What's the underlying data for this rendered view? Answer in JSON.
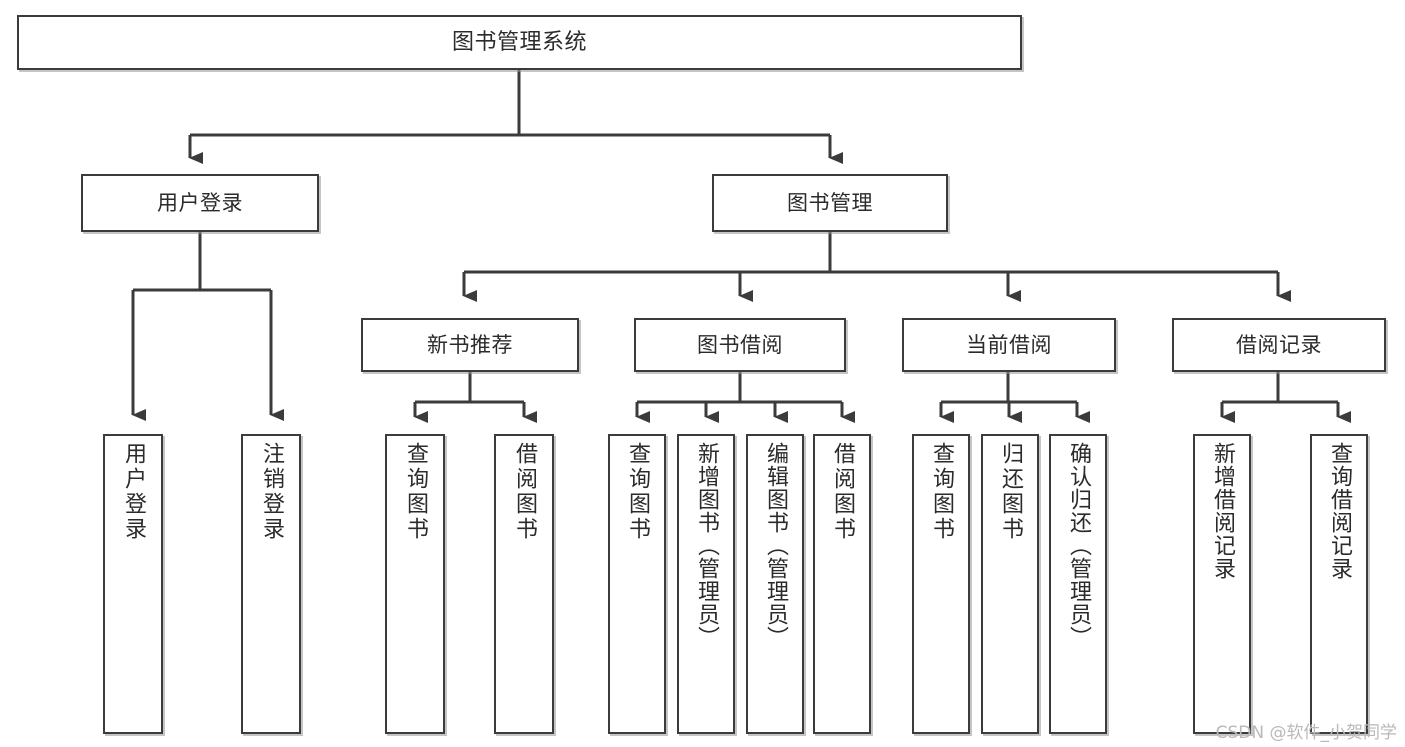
{
  "diagram": {
    "type": "tree",
    "title": "图书管理系统",
    "line_color": "#3b3b3b",
    "box_border_color": "#3b3b3b",
    "box_fill": "#ffffff",
    "text_color": "#2b2b2b",
    "watermark": "CSDN @软件_小贺同学"
  },
  "nodes": {
    "root": {
      "label": "图书管理系统"
    },
    "level2": [
      {
        "label": "用户登录"
      },
      {
        "label": "图书管理"
      }
    ],
    "level3": [
      {
        "label": "新书推荐"
      },
      {
        "label": "图书借阅"
      },
      {
        "label": "当前借阅"
      },
      {
        "label": "借阅记录"
      }
    ],
    "leaves": {
      "user_login": [
        {
          "label": "用户登录"
        },
        {
          "label": "注销登录"
        }
      ],
      "new_book": [
        {
          "label": "查询图书"
        },
        {
          "label": "借阅图书"
        }
      ],
      "book_borrow": [
        {
          "label": "查询图书"
        },
        {
          "label": "新增图书（管理员）"
        },
        {
          "label": "编辑图书（管理员）"
        },
        {
          "label": "借阅图书"
        }
      ],
      "current_borrow": [
        {
          "label": "查询图书"
        },
        {
          "label": "归还图书"
        },
        {
          "label": "确认归还（管理员）"
        }
      ],
      "borrow_record": [
        {
          "label": "新增借阅记录"
        },
        {
          "label": "查询借阅记录"
        }
      ]
    }
  }
}
